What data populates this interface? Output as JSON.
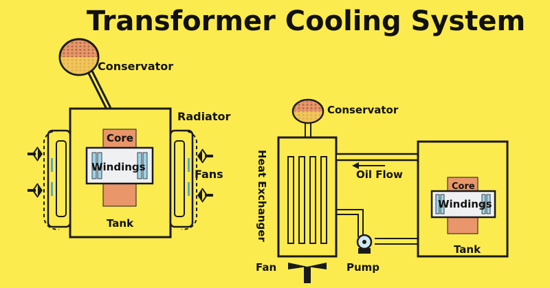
{
  "title": "Transformer Cooling System",
  "left_diagram": {
    "conservator": "Conservator",
    "radiator": "Radiator",
    "core": "Core",
    "windings": "Windings",
    "fans": "Fans",
    "tank": "Tank"
  },
  "right_diagram": {
    "conservator": "Conservator",
    "heat_exchanger": "Heat Exchanger",
    "oil_flow": "Oil Flow",
    "core": "Core",
    "windings": "Windings",
    "tank": "Tank",
    "fan": "Fan",
    "pump": "Pump"
  },
  "colors": {
    "background": "#FCEB4F",
    "core": "#E8966A",
    "windings": "#EEF0F2",
    "coil_bars": "#9ED3E8",
    "outline": "#1a1a1a"
  }
}
